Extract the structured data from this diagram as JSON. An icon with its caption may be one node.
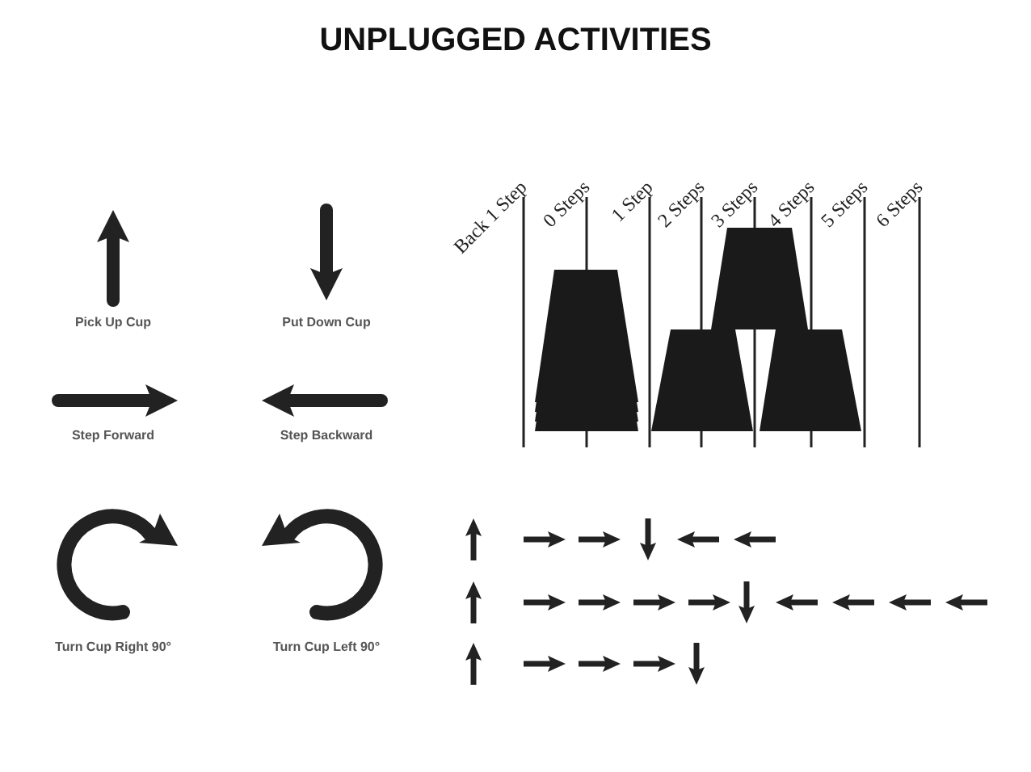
{
  "diagram": {
    "title": "UNPLUGGED ACTIVITIES",
    "labels": [
      "Pick Up Cup",
      "Put Down Cup",
      "Step Forward",
      "Step Backward",
      "Turn Cup Right 90°",
      "Turn Cup Left 90°",
      "Back 1 Step",
      "0 Steps",
      "1 Step",
      "2 Steps",
      "3 Steps",
      "4 Steps",
      "5 Steps",
      "6 Steps"
    ]
  }
}
